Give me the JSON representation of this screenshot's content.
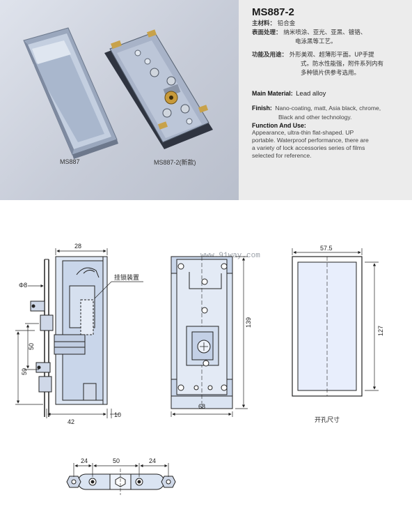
{
  "product": {
    "model": "MS887-2",
    "cn_specs": [
      {
        "label": "主材料：",
        "value": "铅合金"
      },
      {
        "label": "表面处理：",
        "value": "纳米喷涂、亚光、亚黑、镀铬、"
      },
      {
        "label": "",
        "value": "电泳黑等工艺。"
      },
      {
        "label": "功能及用途：",
        "value": "外形美观、超薄形平面。UP手提"
      },
      {
        "label": "",
        "value": "式。防水性能强，附件系列内有"
      },
      {
        "label": "",
        "value": "多种锁片供参考选用。"
      }
    ],
    "en_specs": {
      "material_label": "Main Material:",
      "material_value": "Lead alloy",
      "finish_label": "Finish:",
      "finish_line1": "Nano-coating, matt, Asia black, chrome,",
      "finish_line2": "Black and other technology.",
      "function_label": "Function And Use:",
      "function_lines": [
        "Appearance,  ultra-thin  flat-shaped.  UP",
        "portable. Waterproof performance, there are",
        "a variety of lock accessories series of films",
        "selected for reference."
      ]
    }
  },
  "photos": {
    "left_caption": "MS887",
    "right_caption": "MS887-2(新款)"
  },
  "drawing": {
    "watermark": "www.91way.com",
    "side_view": {
      "dim_top": "28",
      "dim_phi": "Φ8",
      "dim_50": "50",
      "dim_59": "59",
      "dim_42": "42",
      "dim_10": "10",
      "callout": "挂锁装置"
    },
    "front_view": {
      "dim_width": "68",
      "dim_height": "139"
    },
    "cutout_view": {
      "dim_width": "57.5",
      "dim_height": "127",
      "caption": "开孔尺寸"
    },
    "bottom_view": {
      "dim_left": "24",
      "dim_mid": "50",
      "dim_right": "24"
    }
  }
}
